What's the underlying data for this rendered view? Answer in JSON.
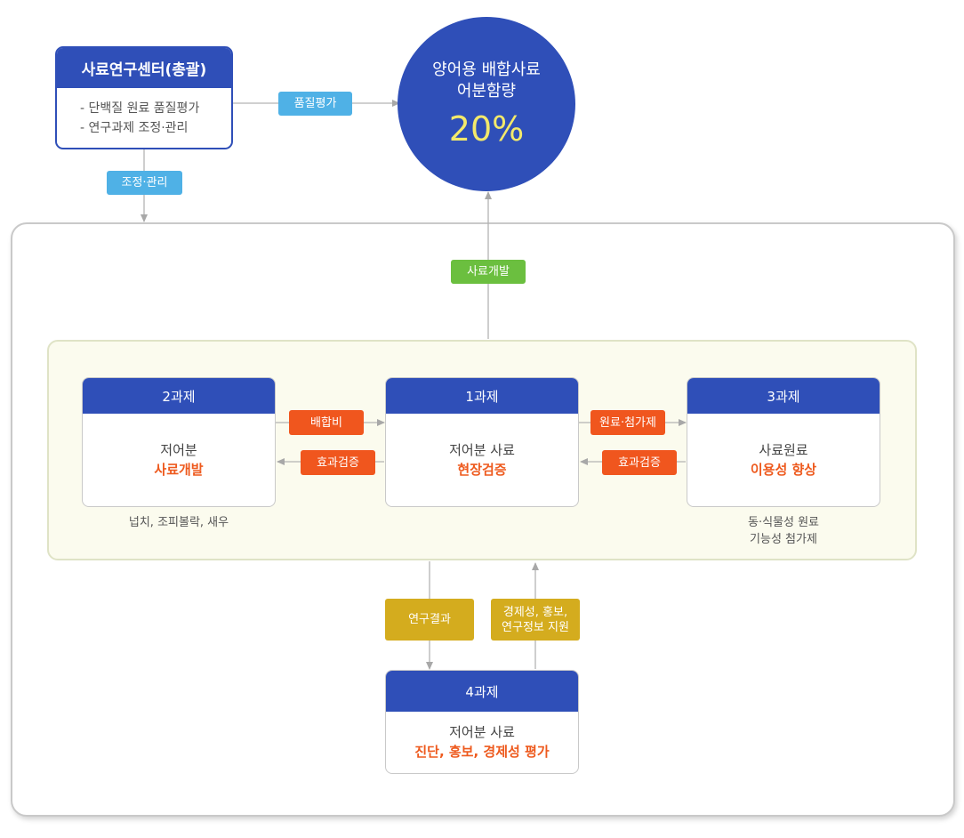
{
  "center": {
    "title": "사료연구센터(총괄)",
    "items": [
      "- 단백질 원료 품질평가",
      "- 연구과제 조정·관리"
    ]
  },
  "goal": {
    "line1": "양어용 배합사료",
    "line2": "어분함량",
    "percent": "20%"
  },
  "labels": {
    "quality": "품질평가",
    "coordinate": "조정·관리",
    "feed_dev": "사료개발",
    "mix_ratio": "배합비",
    "effect_left": "효과검증",
    "material_additive": "원료·첨가제",
    "effect_right": "효과검증",
    "research_result": "연구결과",
    "support_line1": "경제성, 홍보,",
    "support_line2": "연구정보 지원"
  },
  "tasks": {
    "t2": {
      "title": "2과제",
      "line1": "저어분",
      "line2": "사료개발",
      "note": "넙치, 조피볼락, 새우"
    },
    "t1": {
      "title": "1과제",
      "line1": "저어분 사료",
      "line2": "현장검증"
    },
    "t3": {
      "title": "3과제",
      "line1": "사료원료",
      "line2": "이용성 향상",
      "note1": "동·식물성 원료",
      "note2": "기능성 첨가제"
    },
    "t4": {
      "title": "4과제",
      "line1": "저어분 사료",
      "line2": "진단, 홍보, 경제성 평가"
    }
  },
  "colors": {
    "primary_blue": "#2f4fb8",
    "highlight_orange": "#ee5a1e",
    "tag_blue": "#4fb1e6",
    "tag_green": "#6bbf3f",
    "tag_orange": "#f0561e",
    "tag_gold": "#d4ac1e",
    "percent_yellow": "#f3e96b"
  }
}
